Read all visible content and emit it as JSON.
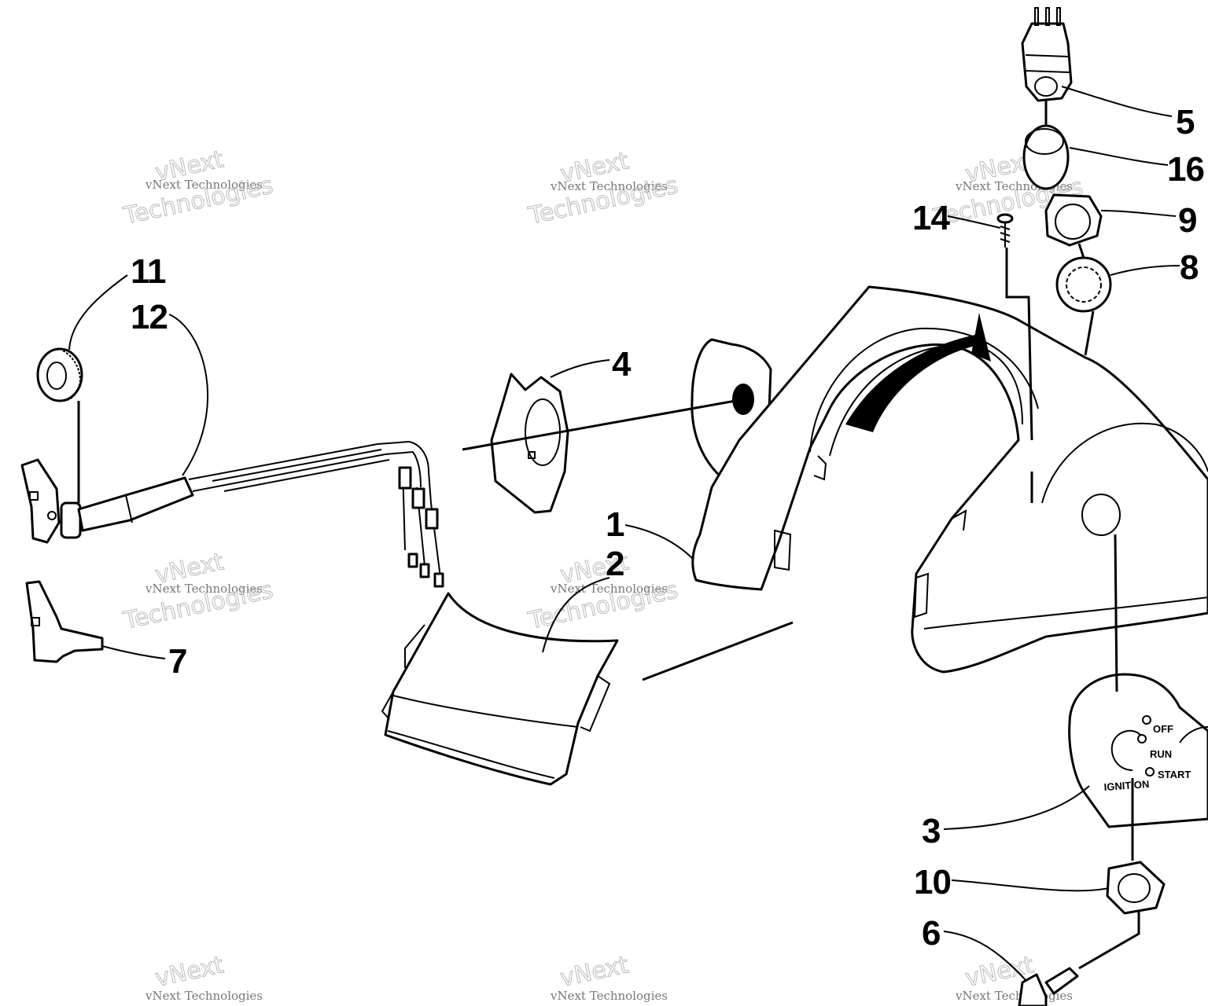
{
  "callouts": [
    {
      "label": "1"
    },
    {
      "label": "2"
    },
    {
      "label": "3"
    },
    {
      "label": "4"
    },
    {
      "label": "5"
    },
    {
      "label": "6"
    },
    {
      "label": "7"
    },
    {
      "label": "8"
    },
    {
      "label": "9"
    },
    {
      "label": "10"
    },
    {
      "label": "11"
    },
    {
      "label": "12"
    },
    {
      "label": "14"
    },
    {
      "label": "16"
    }
  ],
  "ignition_panel": {
    "off": "OFF",
    "run": "RUN",
    "start": "START",
    "ignition": "IGNITION"
  },
  "watermark": {
    "small": "vNext Technologies",
    "big_line1": "vNext",
    "big_line2": "Technologies"
  }
}
